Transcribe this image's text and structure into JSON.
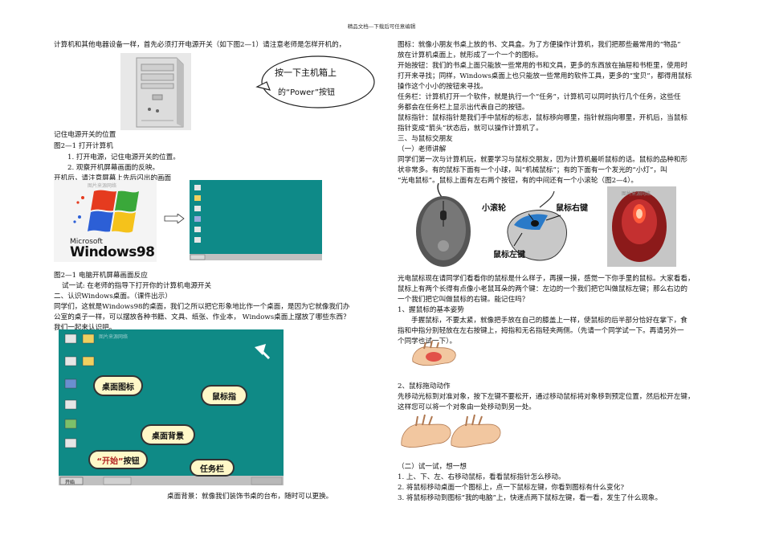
{
  "header": "精品文档---下载后可任意编辑",
  "left": {
    "p1": "计算机和其他电器设备一样，首先必须打开电源开关（如下图2—1）请注意老师是怎样开机的，",
    "bubble_line1": "按一下主机箱上",
    "bubble_line2": "的“Power”按钮",
    "caption_power": "记住电源开关的位置",
    "fig21_title": "图2—1 打开计算机",
    "step1": "1. 打开电源，记住电源开关的位置。",
    "step2": "2. 观察开机屏幕画面的反映。",
    "boot_intro": "开机后，请注意屏幕上先后闪出的画面",
    "ms_text": "Microsoft",
    "win_text": "Windows98",
    "watermark": "图片来源网络",
    "fig21_caption": "图2—1 电脑开机屏幕画面反应",
    "try1": "试一试: 在老师的指导下打开你的计算机电源开关",
    "section2": "二、认识Windows桌面。（课件出示）",
    "desk_p1": "同学们，这就是Windows98的桌面，我们之所以把它形象地比作一个桌面，是因为它就像我们办",
    "desk_p2": "公室的桌子一样，可以摆放各种书籍、文具、纸张、作业本， Windows桌面上摆放了哪些东西？",
    "desk_p3": "我们一起来认识吧。",
    "call_icons": "桌面图标",
    "call_pointer": "鼠标指",
    "call_bg": "桌面背景",
    "call_start_q": "“开始”",
    "call_start_btn": "按钮",
    "call_taskbar": "任务栏",
    "start_label": "开始",
    "bg_caption": "桌面背景：就像我们装饰书桌的台布，随时可以更换。"
  },
  "right": {
    "r1": "图标：就像小朋友书桌上放的书、文具盒。为了方便操作计算机，我们把那些最常用的“物品”",
    "r2": "放在计算机桌面上，就形成了一个一个的图标。",
    "r3": "开始按钮：我们的书桌上面只能放一些常用的书和文具，更多的东西放在抽屉和书柜里，使用时",
    "r4": "打开来寻找；同样，Windows桌面上也只能放一些常用的软件工具，更多的“宝贝”，都得用鼠标",
    "r5": "操作这个小小的按钮来寻找。",
    "r6": "任务栏：计算机打开一个软件，就是执行一个“任务”，计算机可以同时执行几个任务，这些任",
    "r7": "务都会在任务栏上显示出代表自己的按钮。",
    "r8": "鼠标指针：鼠标指针是我们手中鼠标的标志，鼠标移向哪里，指针就指向哪里，开机后，当鼠标",
    "r9": "指针变成“箭头”状态后，就可以操作计算机了。",
    "r10": "三、与鼠标交朋友",
    "r11": "（一）老师讲解",
    "r12": "同学们第一次与计算机玩，就要学习与鼠标交朋友，因为计算机最听鼠标的话。鼠标的品种和形",
    "r13": "状非常多。有的鼠标下面有一个小球，叫“机械鼠标”；有的下面有一个发光的“小灯”，叫",
    "r14": "“光电鼠标”。鼠标上面有左右两个按钮，有的中间还有一个小滚轮（图2—4）。",
    "label_wheel": "小滚轮",
    "label_right": "鼠标右键",
    "label_left": "鼠标左键",
    "watermark": "图片来源网络",
    "r15": "光电鼠标现在请同学们看看你的鼠标是什么样子，再摸一摸，感觉一下你手里的鼠标。大家看看，",
    "r16": "鼠标上有两个长得有点像小老鼠耳朵的两个键：左边的一个我们把它叫做鼠标左键；那么右边的",
    "r17": "一个我们把它叫做鼠标的右键。能记住吗？",
    "r18": "1、握鼠标的基本姿势",
    "r19": "手握鼠标，不要太紧，就像把手放在自己的膝盖上一样，使鼠标的后半部分恰好在掌下，食",
    "r20": "指和中指分别轻放在左右按键上，拇指和无名指轻夹两侧。（先请一个同学试一下。再请另外一",
    "r21": "个同学也试一下）。",
    "r22": "2、鼠标拖动动作",
    "r23": "先移动光标到对准对象，按下左键不要松开，通过移动鼠标将对象移到预定位置，然后松开左键，",
    "r24": "这样您可以将一个对象由一处移动到另一处。",
    "r25": "（二）试一试，想一想",
    "r26": "1. 上、下、左、右移动鼠标，看看鼠标指针怎么移动。",
    "r27": "2. 将鼠标移动桌面一个图标上，点一下鼠标左键，你看到图标有什么变化?",
    "r28": "3. 将鼠标移动到图标“我的电脑”上，快速点两下鼠标左键，看一看，发生了什么现象。"
  }
}
